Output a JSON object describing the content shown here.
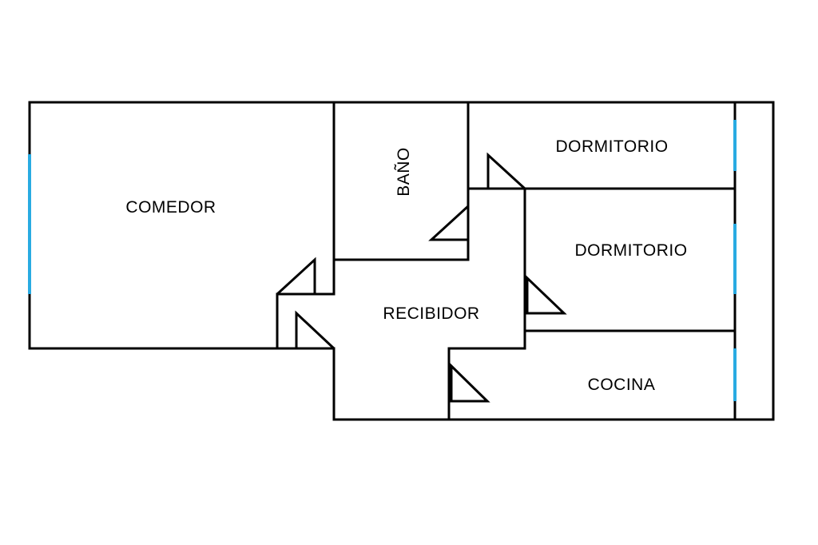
{
  "colors": {
    "wall": "#000000",
    "window": "#29abe2",
    "background": "#ffffff"
  },
  "rooms": {
    "comedor": "COMEDOR",
    "bano": "BAÑO",
    "dormitorio_1": "DORMITORIO",
    "dormitorio_2": "DORMITORIO",
    "recibidor": "RECIBIDOR",
    "cocina": "COCINA"
  }
}
